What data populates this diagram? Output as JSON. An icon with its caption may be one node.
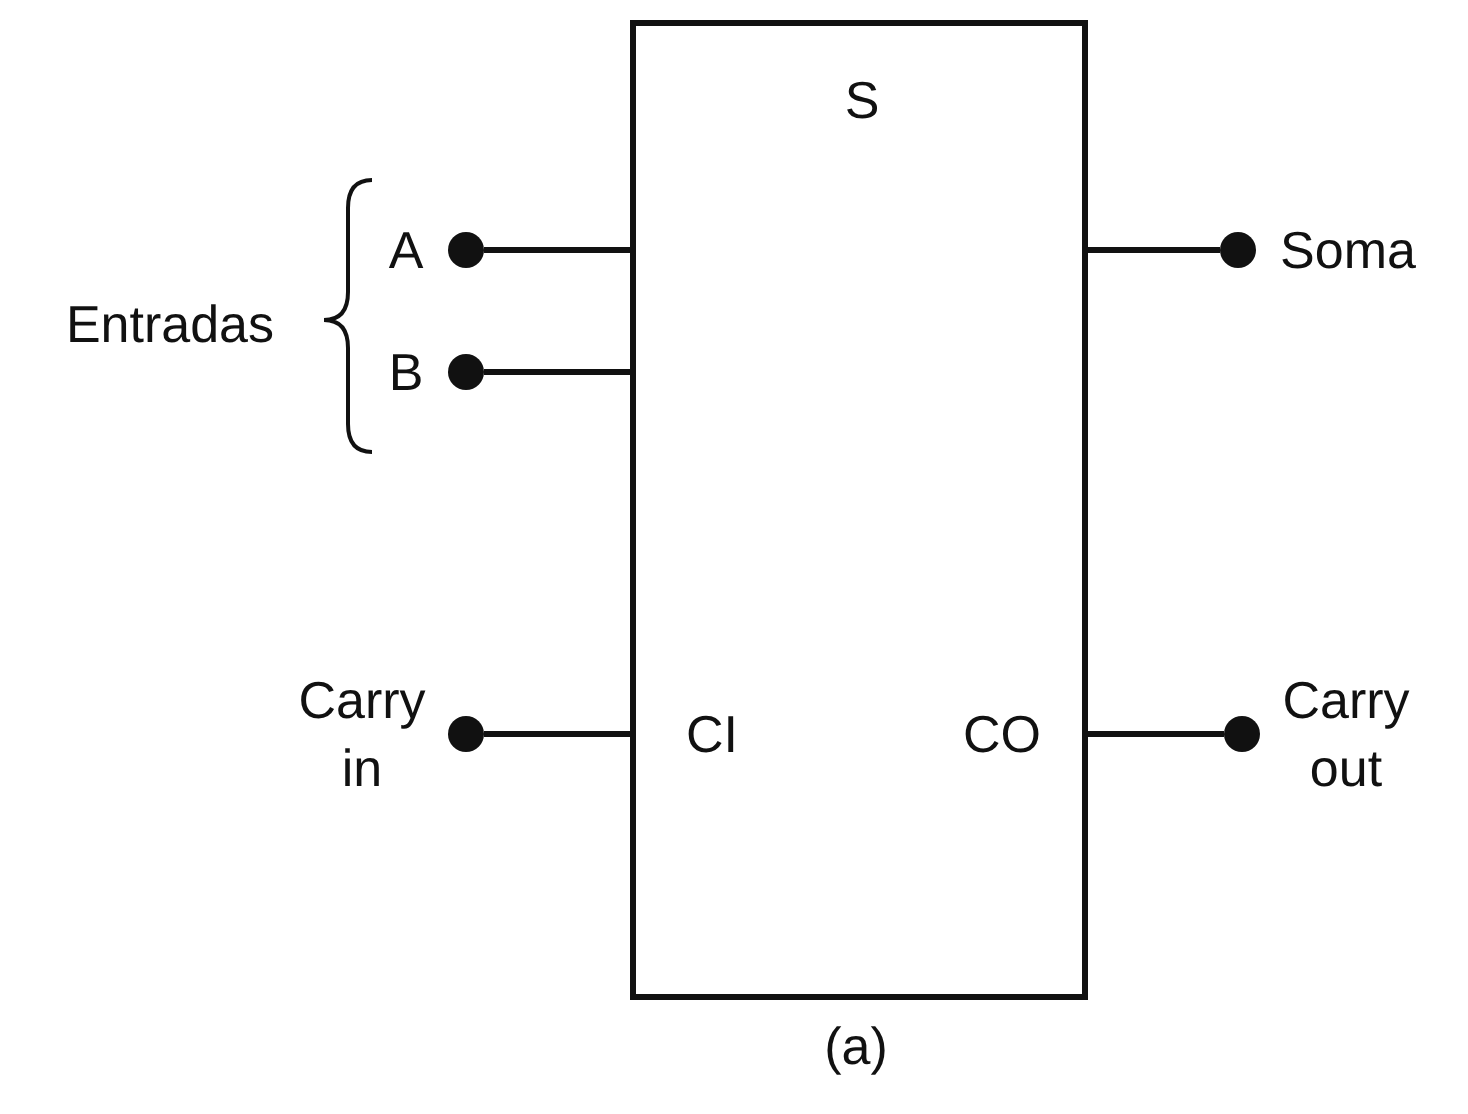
{
  "diagram": {
    "caption": "(a)",
    "nodes": [
      {
        "text": [
          "S",
          "CI",
          "CO"
        ]
      },
      {
        "text": [
          "A"
        ]
      },
      {
        "text": [
          "B"
        ]
      },
      {
        "text": [
          "Carry in"
        ]
      },
      {
        "text": [
          "Soma"
        ]
      },
      {
        "text": [
          "Carry out"
        ]
      }
    ],
    "edges": [
      {
        "from": 1,
        "to": 0,
        "arrow": "none"
      },
      {
        "from": 2,
        "to": 0,
        "arrow": "none"
      },
      {
        "from": 3,
        "to": 0,
        "arrow": "none"
      },
      {
        "from": 0,
        "to": 4,
        "arrow": "none"
      },
      {
        "from": 0,
        "to": 5,
        "arrow": "none"
      }
    ],
    "labels": [
      "Entradas"
    ]
  }
}
